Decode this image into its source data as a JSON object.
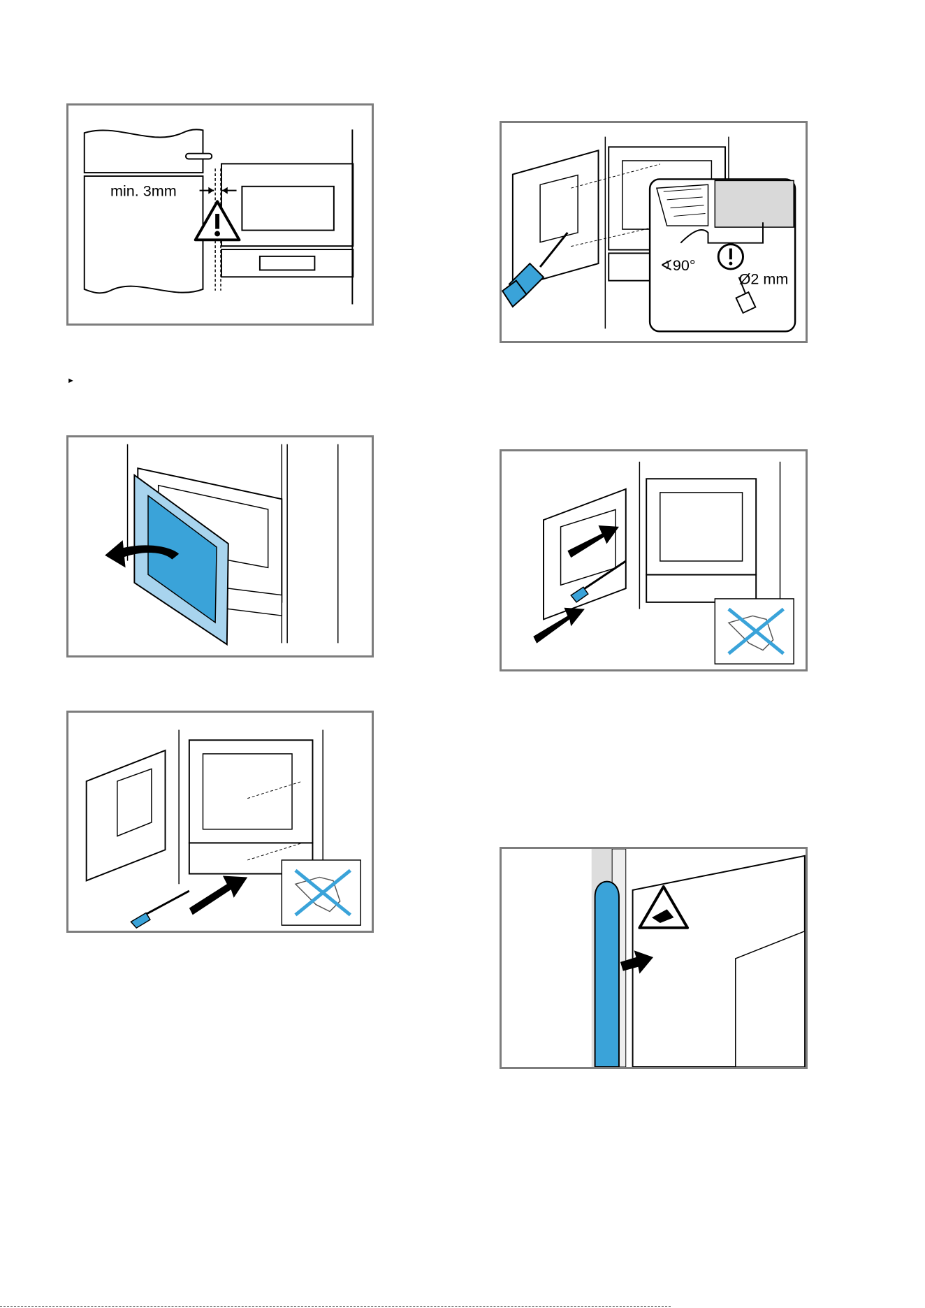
{
  "bullet_marker": "►",
  "figure1": {
    "label_min_gap": "min. 3mm"
  },
  "figure2": {
    "label_angle": "90°",
    "label_diameter": "Ø2 mm"
  },
  "colors": {
    "accent_blue": "#3aa3d9",
    "light_blue": "#a8d4ee",
    "frame_gray": "#7d7d7d",
    "wall_gray": "#dddddd"
  },
  "icons": [
    "warning-triangle-icon",
    "exclamation-circle-icon",
    "no-drill-icon",
    "push-arrow-icon",
    "pinch-hazard-icon",
    "screwdriver-icon"
  ]
}
